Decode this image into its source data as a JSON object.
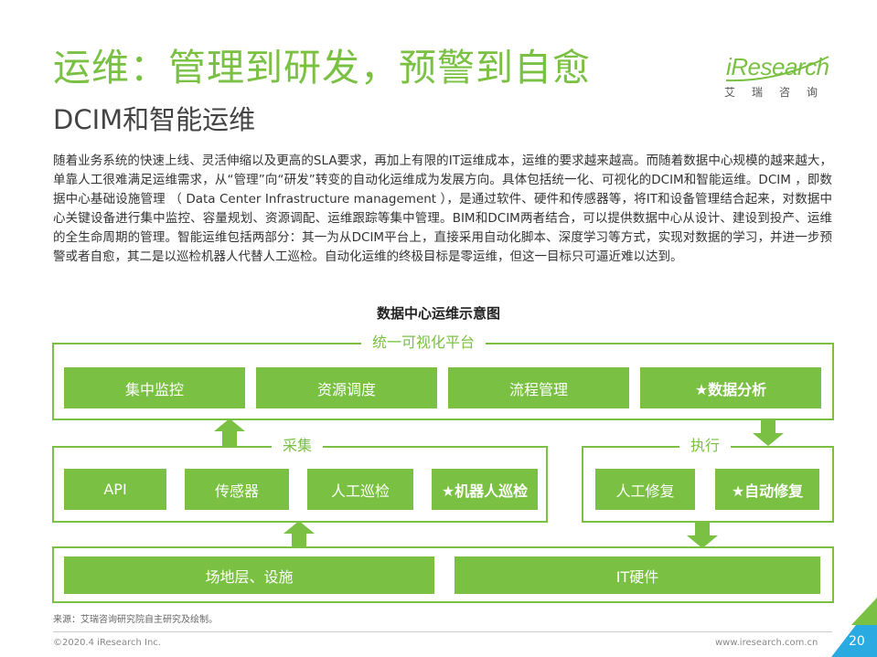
{
  "header": {
    "title": "运维：管理到研发，预警到自愈",
    "subtitle": "DCIM和智能运维"
  },
  "logo": {
    "brand": "iResearch",
    "chinese": "艾瑞咨询"
  },
  "body_text": "随着业务系统的快速上线、灵活伸缩以及更高的SLA要求，再加上有限的IT运维成本，运维的要求越来越高。而随着数据中心规模的越来越大，单靠人工很难满足运维需求，从“管理”向“研发”转变的自动化运维成为发展方向。具体包括统一化、可视化的DCIM和智能运维。DCIM ，即数据中心基础设施管理 （ Data Center Infrastructure management ），是通过软件、硬件和传感器等，将IT和设备管理结合起来，对数据中心关键设备进行集中监控、容量规划、资源调配、运维跟踪等集中管理。BIM和DCIM两者结合，可以提供数据中心从设计、建设到投产、运维的全生命周期的管理。智能运维包括两部分：其一为从DCIM平台上，直接采用自动化脚本、深度学习等方式，实现对数据的学习，并进一步预警或者自愈，其二是以巡检机器人代替人工巡检。自动化运维的终极目标是零运维，但这一目标只可逼近难以达到。",
  "diagram": {
    "title": "数据中心运维示意图",
    "platform": {
      "label": "统一可视化平台",
      "items": [
        "集中监控",
        "资源调度",
        "流程管理",
        "★数据分析"
      ]
    },
    "collect": {
      "label": "采集",
      "items": [
        "API",
        "传感器",
        "人工巡检",
        "★机器人巡检"
      ]
    },
    "execute": {
      "label": "执行",
      "items": [
        "人工修复",
        "★自动修复"
      ]
    },
    "infrastructure": {
      "items": [
        "场地层、设施",
        "IT硬件"
      ]
    }
  },
  "footer": {
    "source": "来源：艾瑞咨询研究院自主研究及绘制。",
    "copyright": "©2020.4 iResearch Inc.",
    "website": "www.iresearch.com.cn",
    "page_number": "20"
  },
  "colors": {
    "accent": "#7ac143",
    "corner_blue": "#29abe2"
  }
}
